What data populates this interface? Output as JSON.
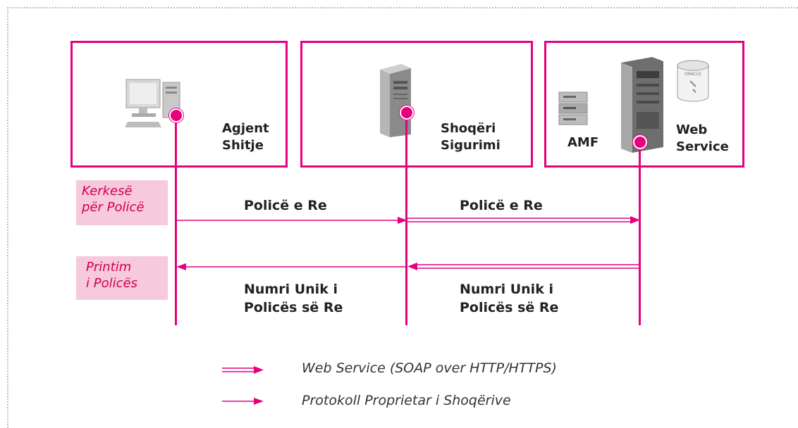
{
  "nodes": {
    "agent": {
      "label_line1": "Agjent",
      "label_line2": "Shitje",
      "icon": "desktop-computer-icon"
    },
    "insurer": {
      "label_line1": "Shoqëri",
      "label_line2": "Sigurimi",
      "icon": "tower-server-icon"
    },
    "webservice": {
      "amf_label": "AMF",
      "label_line1": "Web",
      "label_line2": "Service",
      "icons": [
        "amf-server-icon",
        "rack-server-icon",
        "oracle-database-icon"
      ],
      "db_text": "ORACLE"
    }
  },
  "notes": {
    "request": {
      "line1": "Kerkesë",
      "line2": "për Policë"
    },
    "print": {
      "line1": "Printim",
      "line2": "i Policës"
    }
  },
  "messages": {
    "new_policy_1": "Policë e Re",
    "new_policy_2": "Policë e Re",
    "reply_1_line1": "Numri Unik i",
    "reply_1_line2": "Policës së Re",
    "reply_2_line1": "Numri Unik i",
    "reply_2_line2": "Policës së Re"
  },
  "legend": {
    "web_service": "Web Service (SOAP over HTTP/HTTPS)",
    "proprietary": "Protokoll Proprietar i Shoqërive"
  },
  "colors": {
    "accent": "#e6007e",
    "note_bg": "#f7c9dc",
    "note_text": "#d0004f"
  }
}
